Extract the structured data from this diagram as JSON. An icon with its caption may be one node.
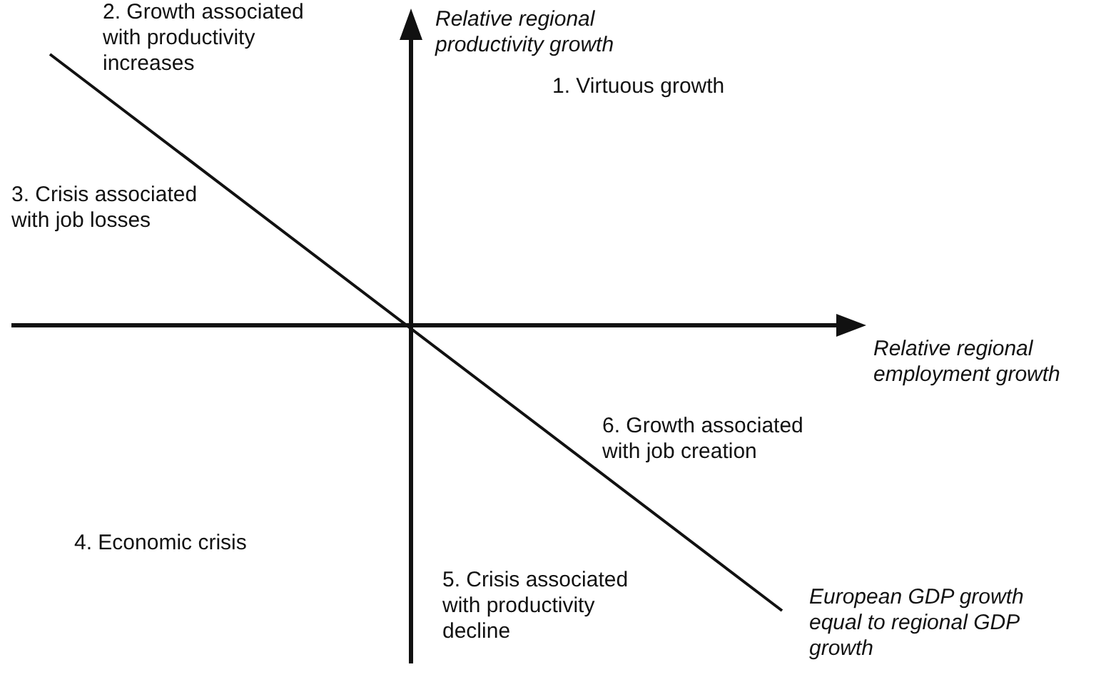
{
  "diagram": {
    "labels": [
      "2. Growth associated with productivity increases",
      "Relative regional productivity growth",
      "1. Virtuous growth",
      "3. Crisis associated with job losses",
      "Relative regional employment growth",
      "6. Growth associated with job creation",
      "4. Economic crisis",
      "5. Crisis associated with productivity decline",
      "European GDP growth equal to regional GDP growth"
    ]
  }
}
